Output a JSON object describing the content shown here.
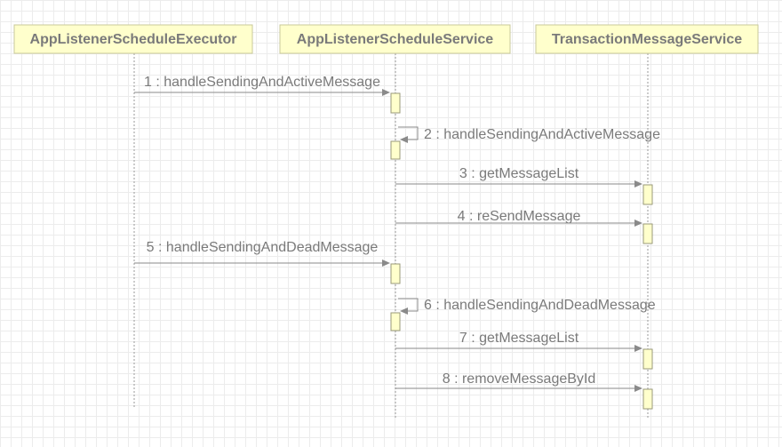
{
  "participants": [
    {
      "name": "AppListenerScheduleExecutor"
    },
    {
      "name": "AppListenerScheduleService"
    },
    {
      "name": "TransactionMessageService"
    }
  ],
  "messages": [
    {
      "label": "1 : handleSendingAndActiveMessage",
      "from": 0,
      "to": 1
    },
    {
      "label": "2 : handleSendingAndActiveMessage",
      "from": 1,
      "to": 1
    },
    {
      "label": "3 : getMessageList",
      "from": 1,
      "to": 2
    },
    {
      "label": "4 : reSendMessage",
      "from": 1,
      "to": 2
    },
    {
      "label": "5 : handleSendingAndDeadMessage",
      "from": 0,
      "to": 1
    },
    {
      "label": "6 : handleSendingAndDeadMessage",
      "from": 1,
      "to": 1
    },
    {
      "label": "7 : getMessageList",
      "from": 1,
      "to": 2
    },
    {
      "label": "8 : removeMessageById",
      "from": 1,
      "to": 2
    }
  ],
  "colors": {
    "participant_fill": "#ffffcc",
    "line": "#8a8a8a",
    "text": "#7a7a7a"
  }
}
